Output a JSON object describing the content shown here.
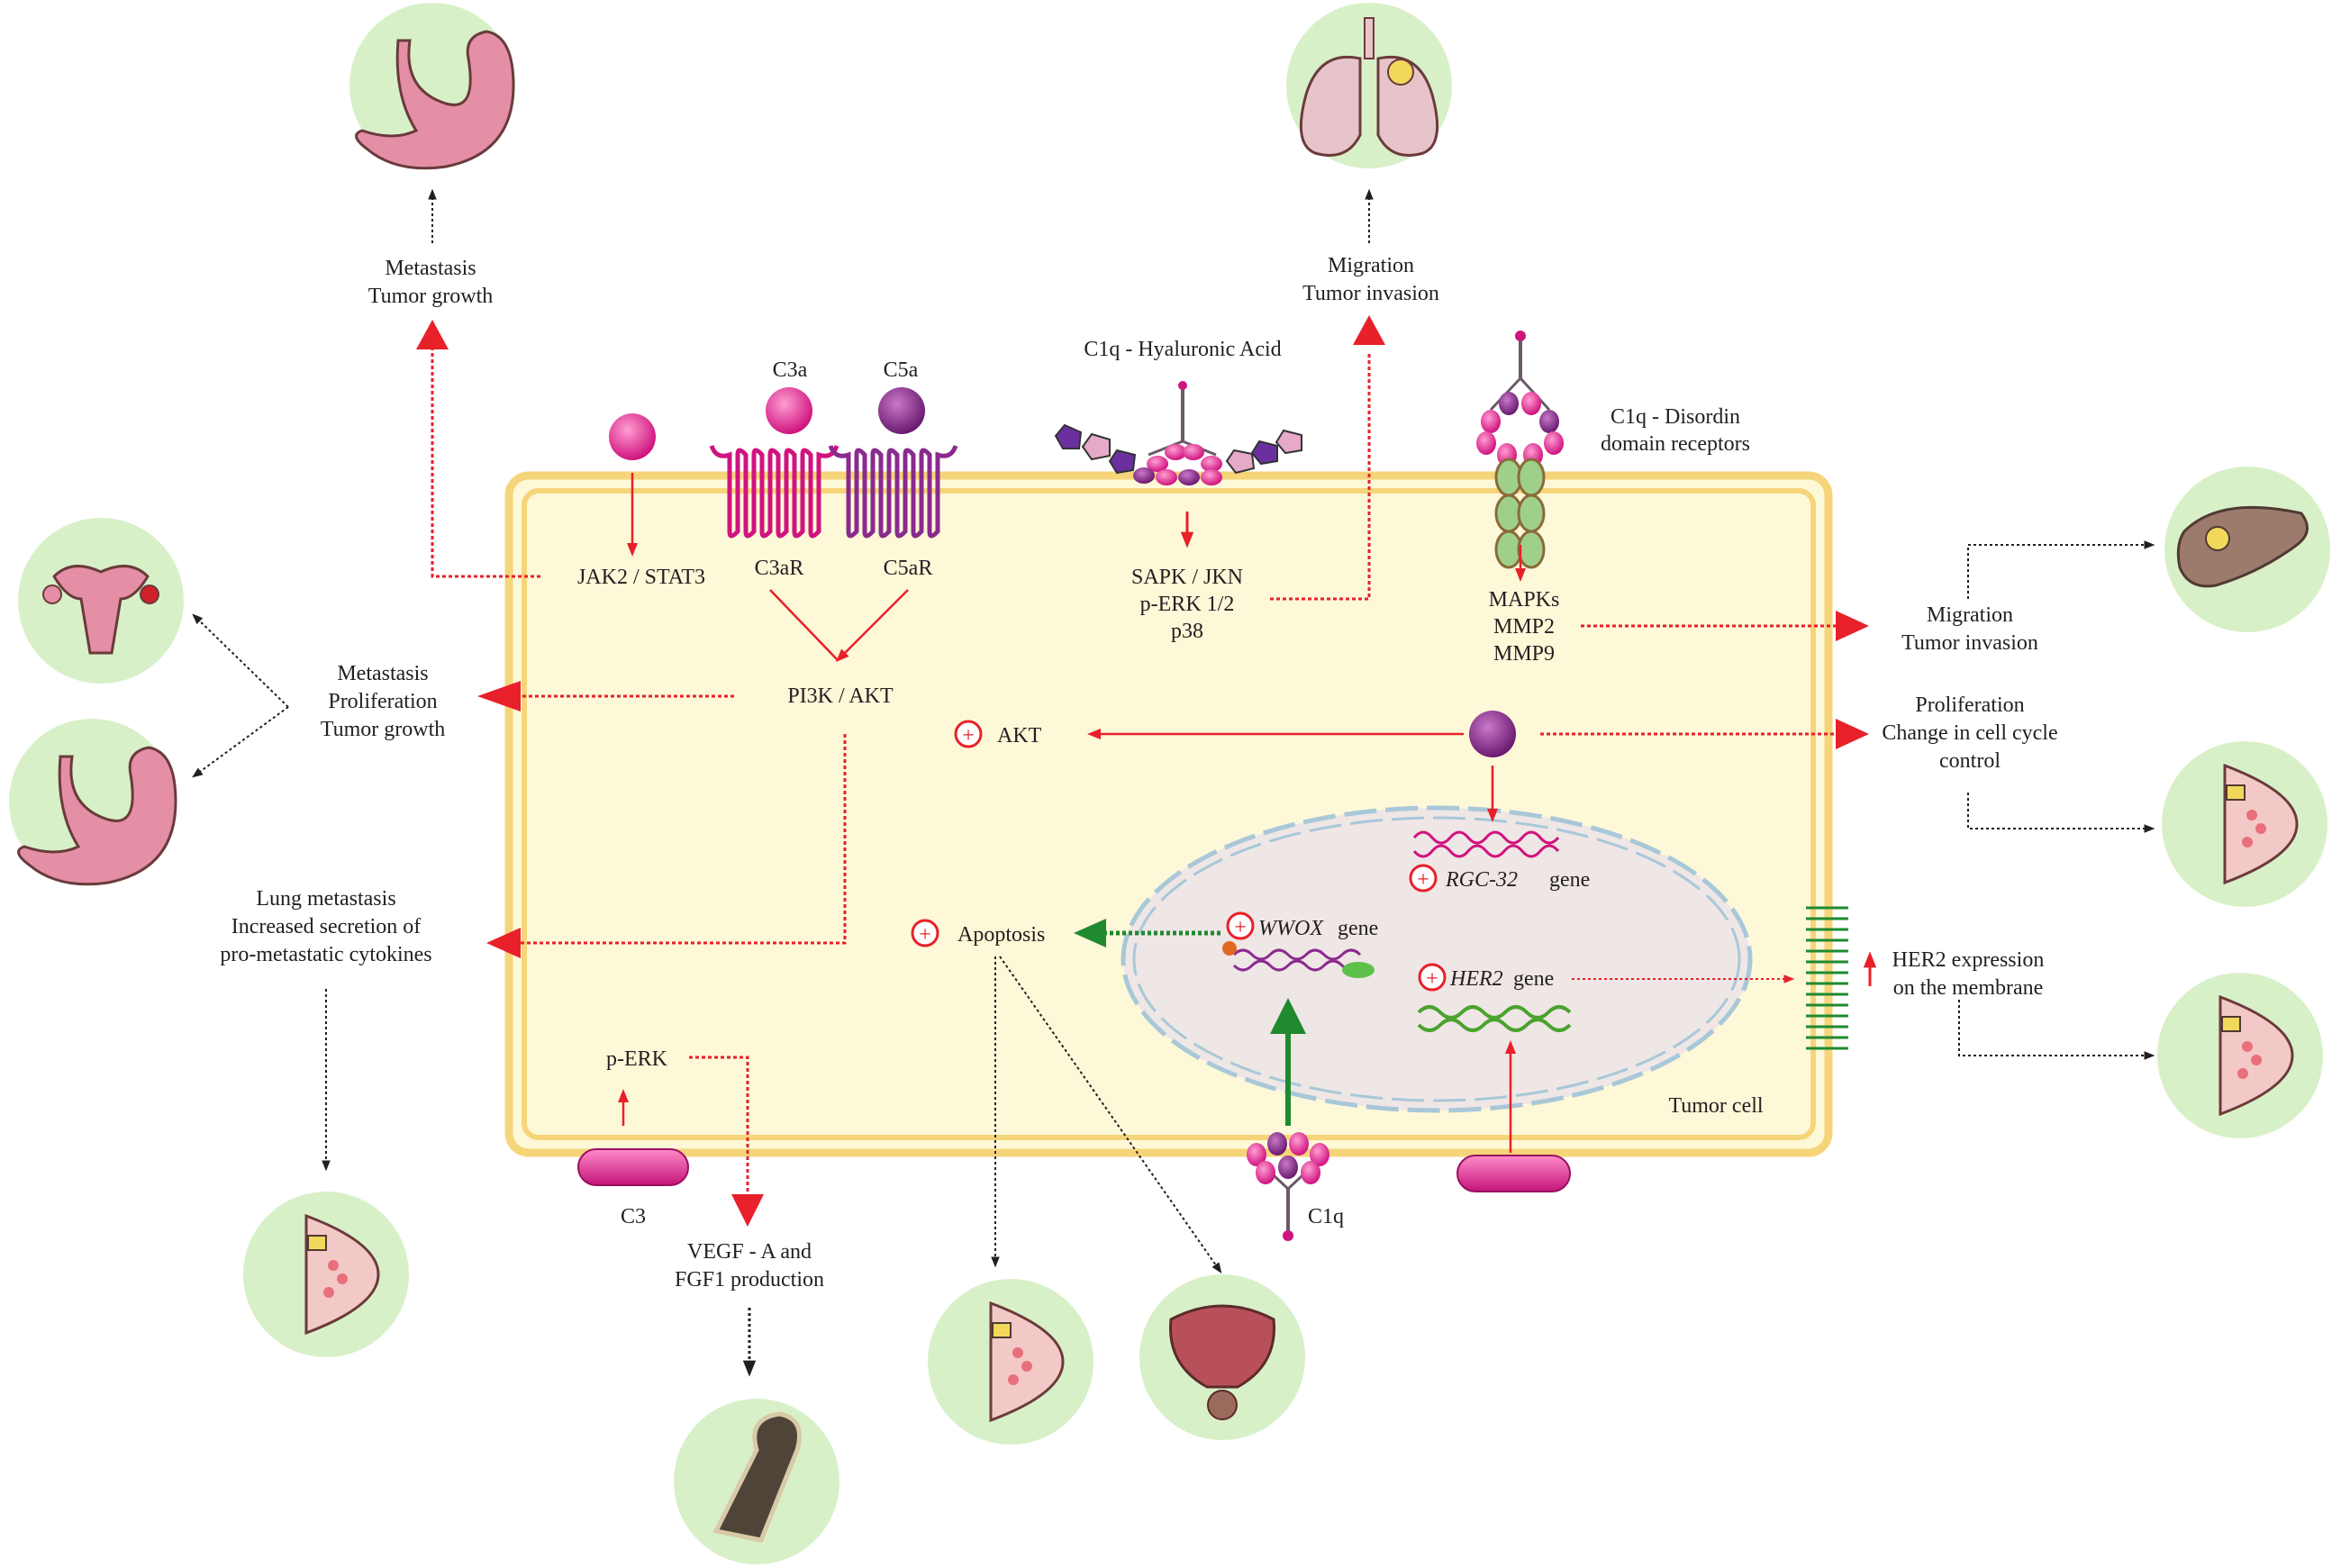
{
  "labels": {
    "metastasis_tumor_growth_top": [
      "Metastasis",
      "Tumor growth"
    ],
    "migration_tumor_invasion_top": [
      "Migration",
      "Tumor invasion"
    ],
    "c1q_hyaluronic_acid": "C1q - Hyaluronic Acid",
    "c1q_disordin": [
      "C1q - Disordin",
      "domain receptors"
    ],
    "c3a": "C3a",
    "c5a": "C5a",
    "c3ar": "C3aR",
    "c5ar": "C5aR",
    "jak2_stat3": "JAK2 / STAT3",
    "sapk_lines": [
      "SAPK / JKN",
      "p-ERK 1/2",
      "p38"
    ],
    "mapks_lines": [
      "MAPKs",
      "MMP2",
      "MMP9"
    ],
    "migration_tumor_invasion_right": [
      "Migration",
      "Tumor invasion"
    ],
    "pi3k_akt": "PI3K / AKT",
    "metastasis_proliferation": [
      "Metastasis",
      "Proliferation",
      "Tumor growth"
    ],
    "akt": "AKT",
    "proliferation_cell_cycle": [
      "Proliferation",
      "Change in cell cycle",
      "control"
    ],
    "rgc32_gene_italic": "RGC-32",
    "gene_word": "gene",
    "lung_metastasis": [
      "Lung metastasis",
      "Increased secretion of",
      "pro-metastatic cytokines"
    ],
    "apoptosis": "Apoptosis",
    "wwox_gene_italic": "WWOX",
    "her2_gene_italic": "HER2",
    "her2_expression": [
      "HER2 expression",
      "on the membrane"
    ],
    "p_erk": "p-ERK",
    "tumor_cell": "Tumor cell",
    "c3": "C3",
    "vegf": [
      "VEGF - A and",
      "FGF1 production"
    ],
    "c1q": "C1q",
    "plus_symbol": "+"
  },
  "colors": {
    "cell_fill": "#fdf8d8",
    "cell_border": "#f6d57a",
    "nucleus_fill": "#efe6e6",
    "nucleus_border": "#a8c8d8",
    "organ_circle": "#d8f0c8",
    "arrow_red": "#e8202a",
    "arrow_green": "#1f8a2e",
    "magenta": "#e2268f",
    "purple": "#8a2a8e"
  },
  "organs": [
    "stomach-icon",
    "lung-icon",
    "uterus-icon",
    "stomach-icon",
    "liver-icon",
    "breast-icon",
    "breast-icon",
    "breast-icon",
    "breast-icon",
    "bladder-icon",
    "bone-icon"
  ]
}
